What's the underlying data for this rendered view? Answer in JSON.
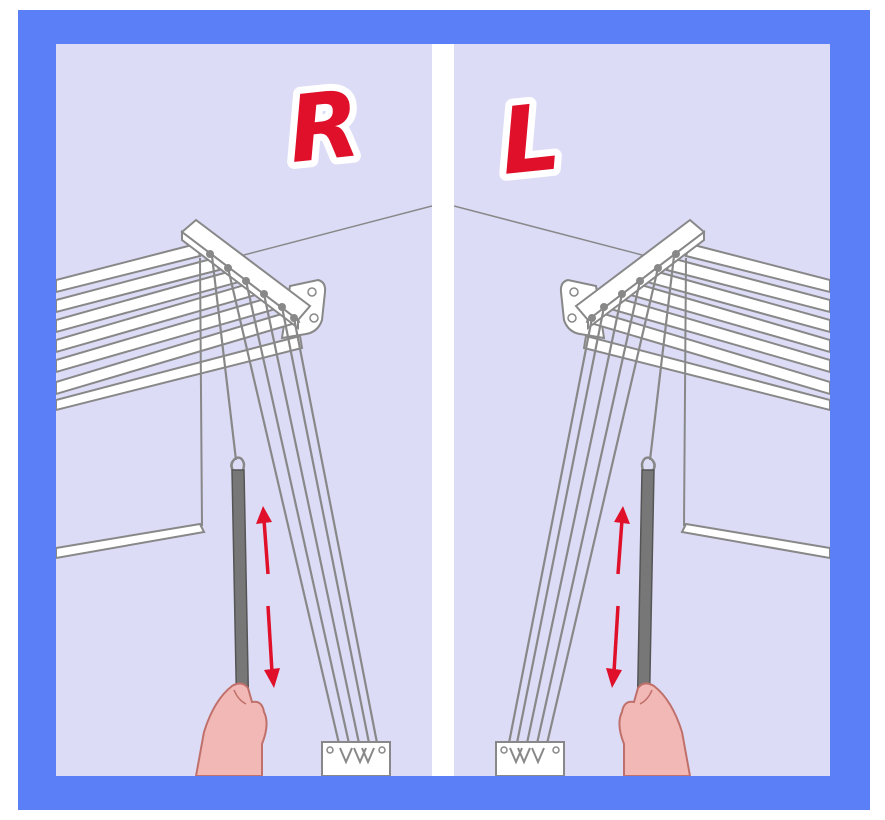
{
  "panels": {
    "right": {
      "letter": "R",
      "side": "right-hand"
    },
    "left": {
      "letter": "L",
      "side": "left-hand"
    }
  },
  "colors": {
    "frame": "#5b7ff7",
    "wall": "#dcdcf7",
    "divider": "#ffffff",
    "letter": "#e0102a",
    "arrow": "#e0102a",
    "cord": "#888888",
    "hand": "#f2b8b6"
  },
  "icons": [
    "up-arrow-icon",
    "down-arrow-icon",
    "hand-icon",
    "cleat-icon",
    "pulley-bracket-icon"
  ]
}
